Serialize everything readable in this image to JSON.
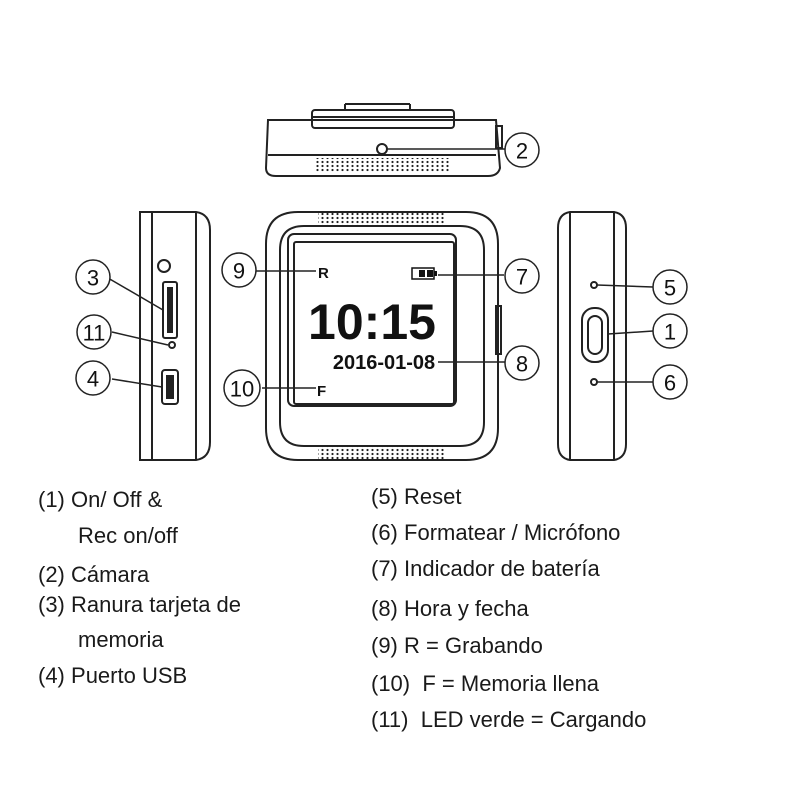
{
  "device": {
    "screen": {
      "status_r": "R",
      "status_f": "F",
      "time": "10:15",
      "date": "2016-01-08"
    },
    "callouts": [
      "1",
      "2",
      "3",
      "4",
      "5",
      "6",
      "7",
      "8",
      "9",
      "10",
      "11"
    ]
  },
  "legend": {
    "left": [
      {
        "num": "(1)",
        "text": "On/ Off &"
      },
      {
        "num": "",
        "text": "Rec on/off"
      },
      {
        "num": "(2)",
        "text": "Cámara"
      },
      {
        "num": "(3)",
        "text": "Ranura tarjeta de"
      },
      {
        "num": "",
        "text": "memoria"
      },
      {
        "num": "(4)",
        "text": "Puerto USB"
      }
    ],
    "right": [
      {
        "num": "(5)",
        "text": "Reset"
      },
      {
        "num": "(6)",
        "text": "Formatear / Micrófono"
      },
      {
        "num": "(7)",
        "text": "Indicador de batería"
      },
      {
        "num": "(8)",
        "text": "Hora y fecha"
      },
      {
        "num": "(9)",
        "text": "R = Grabando"
      },
      {
        "num": "(10)",
        "text": " F = Memoria llena"
      },
      {
        "num": "(11)",
        "text": " LED verde = Cargando"
      }
    ]
  }
}
